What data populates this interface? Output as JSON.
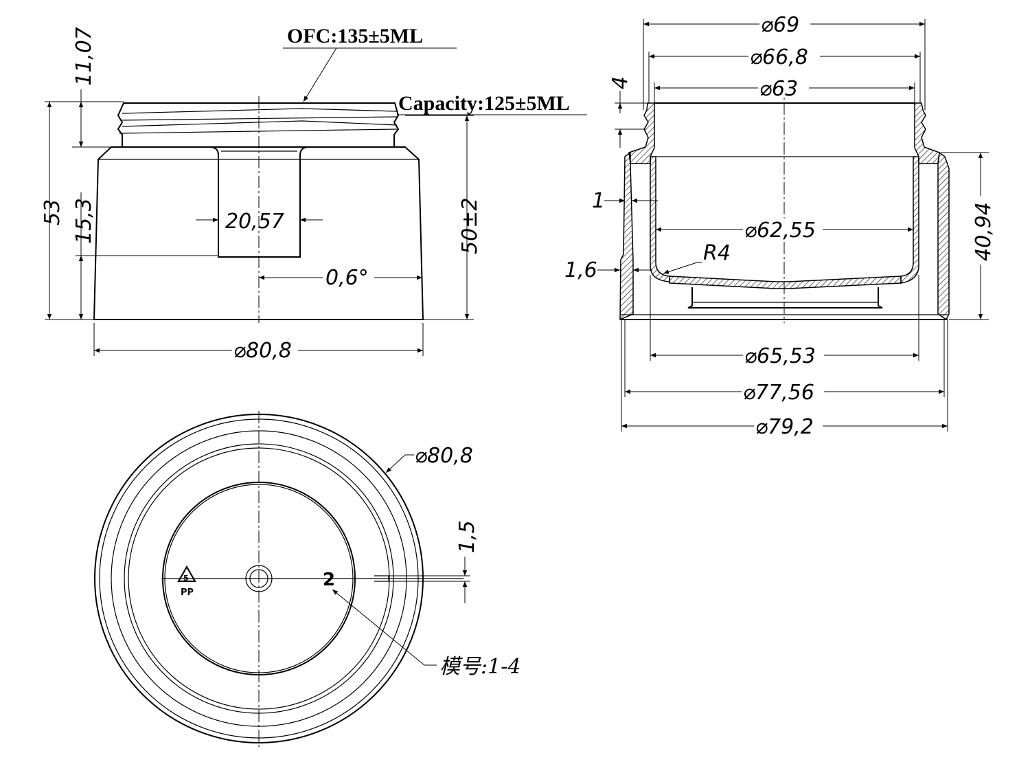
{
  "notes": {
    "ofc": "OFC:135±5ML",
    "capacity": "Capacity:125±5ML",
    "mold": "模号:1-4"
  },
  "front_view": {
    "thread_height": "11,07",
    "total_height": "53",
    "window_height": "15,3",
    "window_width": "20,57",
    "draft_angle": "0,6°",
    "body_height": "50±2",
    "outer_diameter": "⌀80,8"
  },
  "section_view": {
    "d_top_outer": "⌀69",
    "d_thread": "⌀66,8",
    "d_top_inner": "⌀63",
    "neck_height": "4",
    "wall": "1",
    "inner_diameter": "⌀62,55",
    "radius": "R4",
    "base_wall": "1,6",
    "skirt_height": "40,94",
    "d_inner_bottom": "⌀65,53",
    "d_skirt_inner": "⌀77,56",
    "d_skirt_outer": "⌀79,2"
  },
  "top_view": {
    "outer_diameter": "⌀80,8",
    "notch": "1,5",
    "cavity_number": "2",
    "recycle_code": "5",
    "recycle_material": "PP"
  }
}
